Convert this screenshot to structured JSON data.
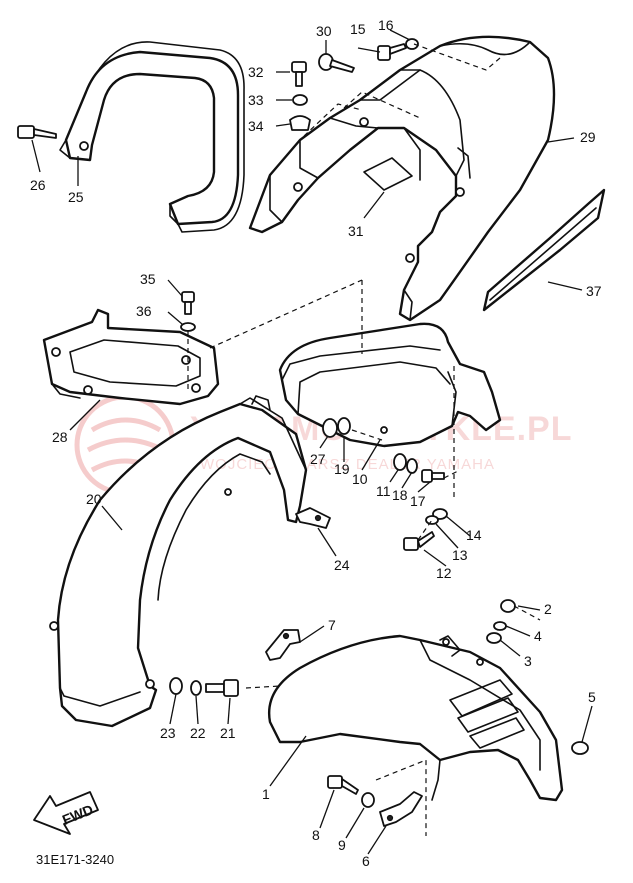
{
  "diagram": {
    "catalog_number": "31E171-3240",
    "direction_label": "FWD",
    "watermark": {
      "title": "YAMAMOTOCYKLE.PL",
      "subtitle": "WOJCIECH MARSZ DEALER YAMAHA"
    },
    "callouts": [
      {
        "id": "c1",
        "label": "1"
      },
      {
        "id": "c2",
        "label": "2"
      },
      {
        "id": "c3",
        "label": "3"
      },
      {
        "id": "c4",
        "label": "4"
      },
      {
        "id": "c5",
        "label": "5"
      },
      {
        "id": "c6",
        "label": "6"
      },
      {
        "id": "c7",
        "label": "7"
      },
      {
        "id": "c8",
        "label": "8"
      },
      {
        "id": "c9",
        "label": "9"
      },
      {
        "id": "c10",
        "label": "10"
      },
      {
        "id": "c11",
        "label": "11"
      },
      {
        "id": "c12",
        "label": "12"
      },
      {
        "id": "c13",
        "label": "13"
      },
      {
        "id": "c14",
        "label": "14"
      },
      {
        "id": "c15",
        "label": "15"
      },
      {
        "id": "c16",
        "label": "16"
      },
      {
        "id": "c17",
        "label": "17"
      },
      {
        "id": "c18",
        "label": "18"
      },
      {
        "id": "c19",
        "label": "19"
      },
      {
        "id": "c20",
        "label": "20"
      },
      {
        "id": "c21",
        "label": "21"
      },
      {
        "id": "c22",
        "label": "22"
      },
      {
        "id": "c23",
        "label": "23"
      },
      {
        "id": "c24",
        "label": "24"
      },
      {
        "id": "c25",
        "label": "25"
      },
      {
        "id": "c26",
        "label": "26"
      },
      {
        "id": "c27",
        "label": "27"
      },
      {
        "id": "c28",
        "label": "28"
      },
      {
        "id": "c29",
        "label": "29"
      },
      {
        "id": "c30",
        "label": "30"
      },
      {
        "id": "c31",
        "label": "31"
      },
      {
        "id": "c32",
        "label": "32"
      },
      {
        "id": "c33",
        "label": "33"
      },
      {
        "id": "c34",
        "label": "34"
      },
      {
        "id": "c35",
        "label": "35"
      },
      {
        "id": "c36",
        "label": "36"
      },
      {
        "id": "c37",
        "label": "37"
      }
    ]
  }
}
